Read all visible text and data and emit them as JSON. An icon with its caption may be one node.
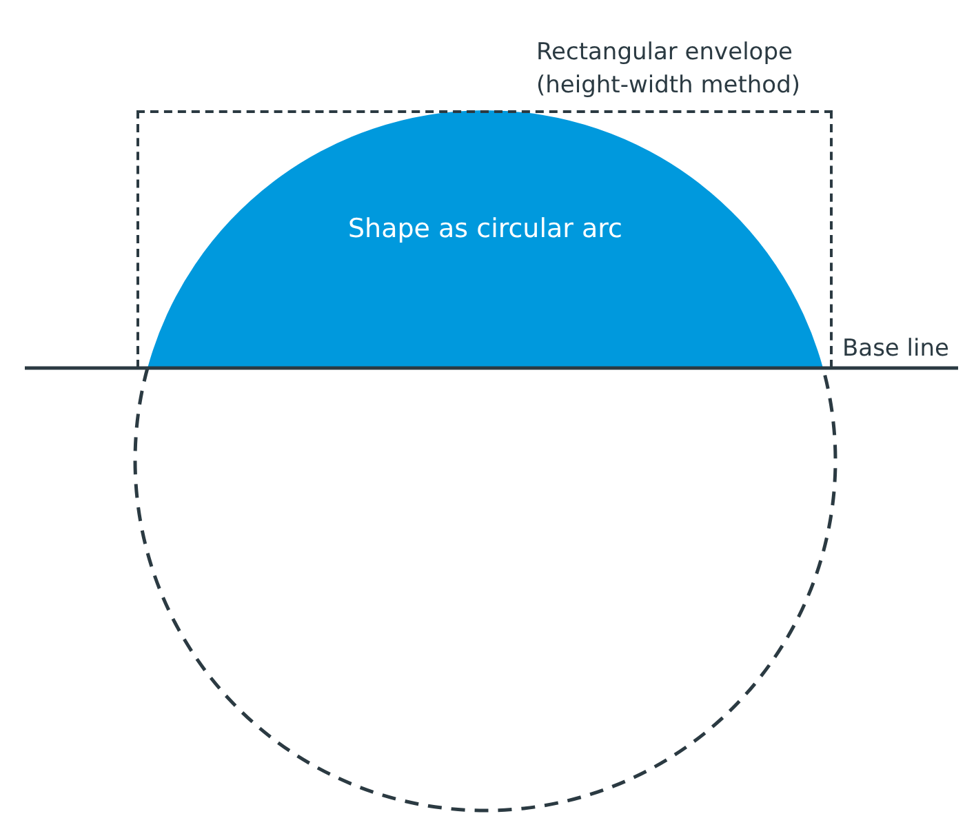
{
  "diagram": {
    "nodes": [
      {
        "text": [
          "Rectangular envelope (height-width method)"
        ]
      },
      {
        "text": [
          "Shape as circular arc"
        ]
      }
    ],
    "labels": [
      "Base line"
    ]
  }
}
